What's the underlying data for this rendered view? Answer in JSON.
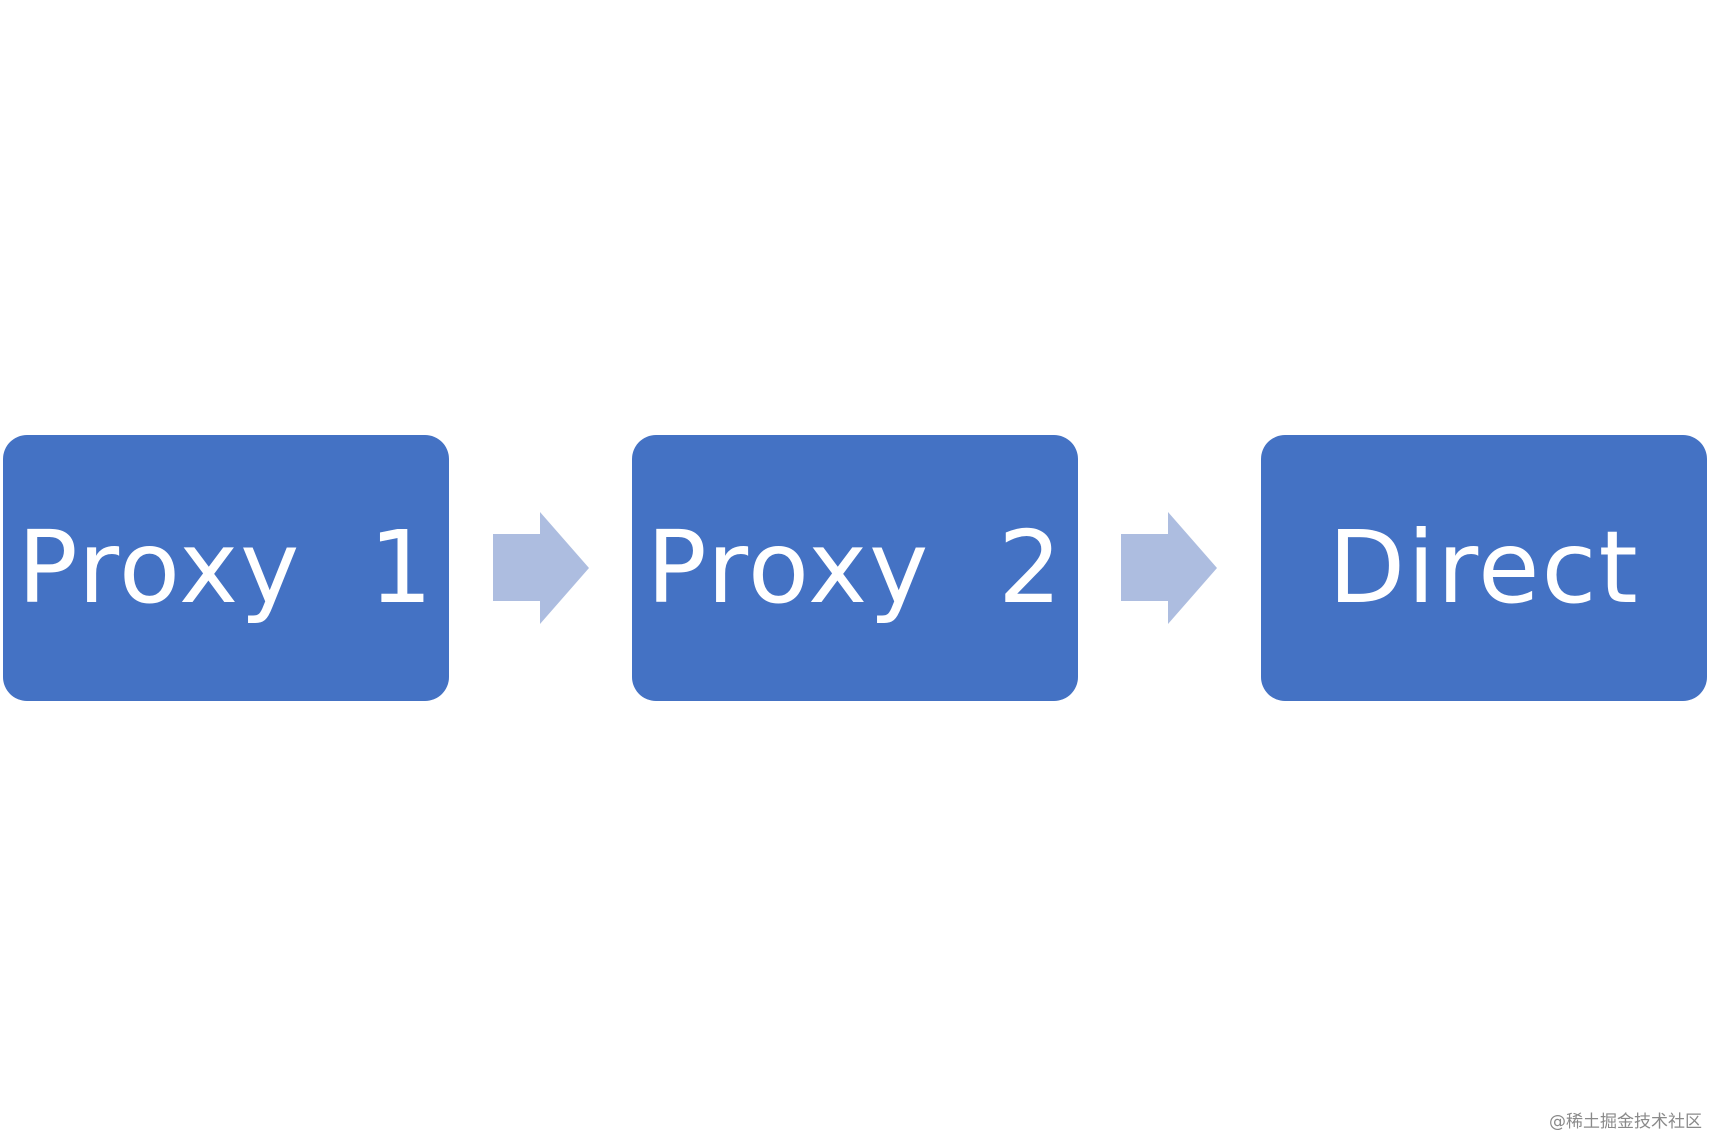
{
  "diagram": {
    "nodes": [
      {
        "label": "Proxy  1"
      },
      {
        "label": "Proxy  2"
      },
      {
        "label": "Direct"
      }
    ],
    "colors": {
      "node_fill": "#4472c4",
      "node_text": "#ffffff",
      "arrow_fill": "#adbde0"
    },
    "arrows": [
      {
        "icon": "right-arrow-icon"
      },
      {
        "icon": "right-arrow-icon"
      }
    ]
  },
  "watermark": {
    "text": "@稀土掘金技术社区"
  }
}
